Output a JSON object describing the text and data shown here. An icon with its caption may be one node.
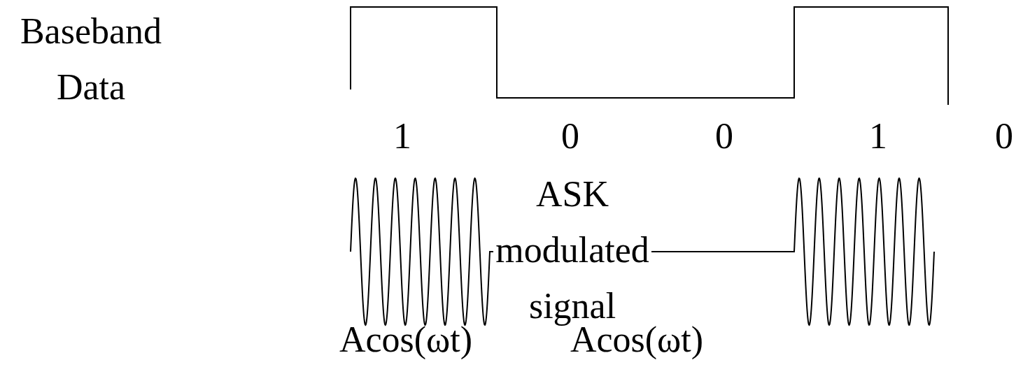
{
  "diagram": {
    "labels": [
      "Baseband Data",
      "1",
      "0",
      "0",
      "1",
      "0",
      "ASK modulated signal",
      "Acos(ωt)",
      "Acos(ωt)"
    ]
  }
}
